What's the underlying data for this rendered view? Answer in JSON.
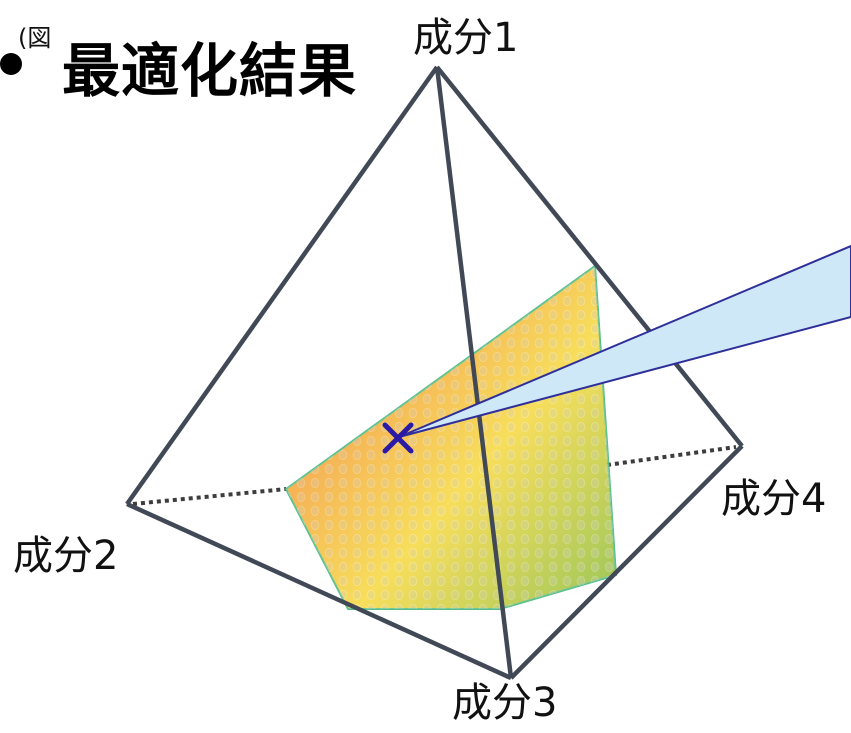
{
  "title_area": {
    "bullet": "•",
    "figure_note": "(図",
    "title": "最適化結果"
  },
  "labels": {
    "component_1": "成分1",
    "component_2": "成分2",
    "component_3": "成分3",
    "component_4": "成分4"
  },
  "diagram": {
    "marker": "×",
    "colors": {
      "edges": "#3f4652",
      "hidden_edges": "#404040",
      "callout_fill": "#cfe8f8",
      "callout_stroke": "#2f2f9a",
      "marker": "#2b1aa5",
      "region_outline": "#47b77c"
    },
    "region_gradient": [
      "#ee6d1f",
      "#f8d82a",
      "#76b628"
    ],
    "icons": {
      "optimal_point": "cross-marker-icon"
    }
  }
}
